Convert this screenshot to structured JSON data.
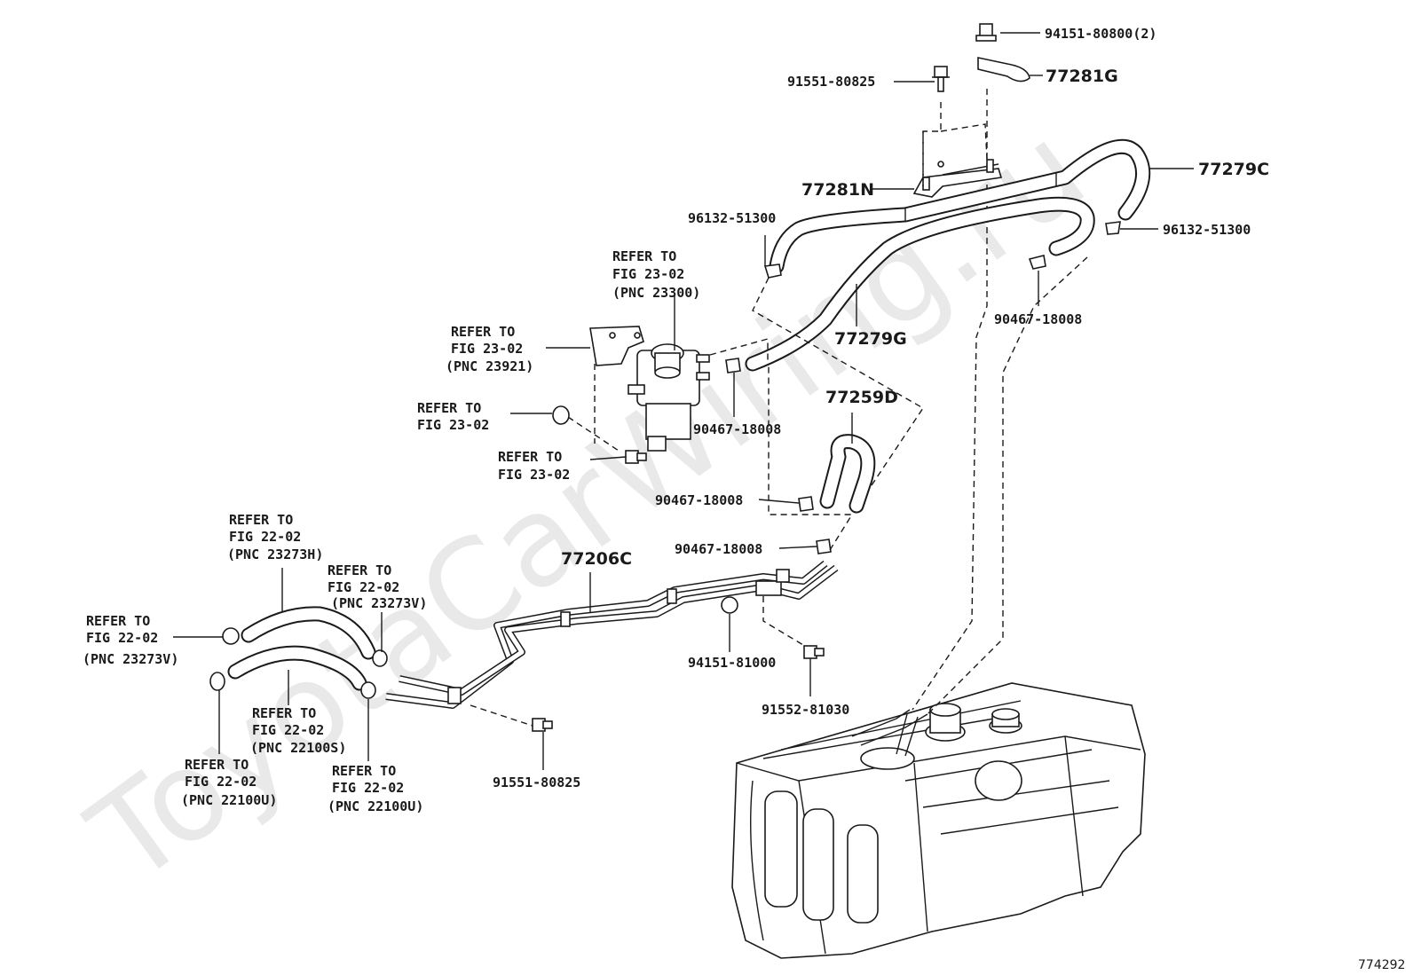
{
  "watermark": "ToyotaCarWiring.ru",
  "figure_id": "774292",
  "parts": {
    "p_94151_80800": "94151-80800(2)",
    "p_77281G": "77281G",
    "p_91551_80825_top": "91551-80825",
    "p_77279C": "77279C",
    "p_77281N": "77281N",
    "p_96132_51300_left": "96132-51300",
    "p_96132_51300_right": "96132-51300",
    "p_90467_18008_right": "90467-18008",
    "p_77279G": "77279G",
    "p_77259D": "77259D",
    "p_90467_18008_a": "90467-18008",
    "p_90467_18008_b": "90467-18008",
    "p_90467_18008_c": "90467-18008",
    "p_77206C": "77206C",
    "p_94151_81000": "94151-81000",
    "p_91552_81030": "91552-81030",
    "p_91551_80825_bottom": "91551-80825"
  },
  "refs": {
    "r1": [
      "REFER TO",
      "FIG 23-02",
      "(PNC 23300)"
    ],
    "r2": [
      "REFER TO",
      "FIG 23-02",
      "(PNC 23921)"
    ],
    "r3": [
      "REFER TO",
      "FIG 23-02"
    ],
    "r4": [
      "REFER TO",
      "FIG 23-02"
    ],
    "r5": [
      "REFER TO",
      "FIG 22-02",
      "(PNC 23273H)"
    ],
    "r6": [
      "REFER TO",
      "FIG 22-02",
      "(PNC 23273V)"
    ],
    "r7": [
      "REFER TO",
      "FIG 22-02",
      "(PNC 23273V)"
    ],
    "r8": [
      "REFER TO",
      "FIG 22-02",
      "(PNC 22100S)"
    ],
    "r9": [
      "REFER TO",
      "FIG 22-02",
      "(PNC 22100U)"
    ],
    "r10": [
      "REFER TO",
      "FIG 22-02",
      "(PNC 22100U)"
    ]
  }
}
